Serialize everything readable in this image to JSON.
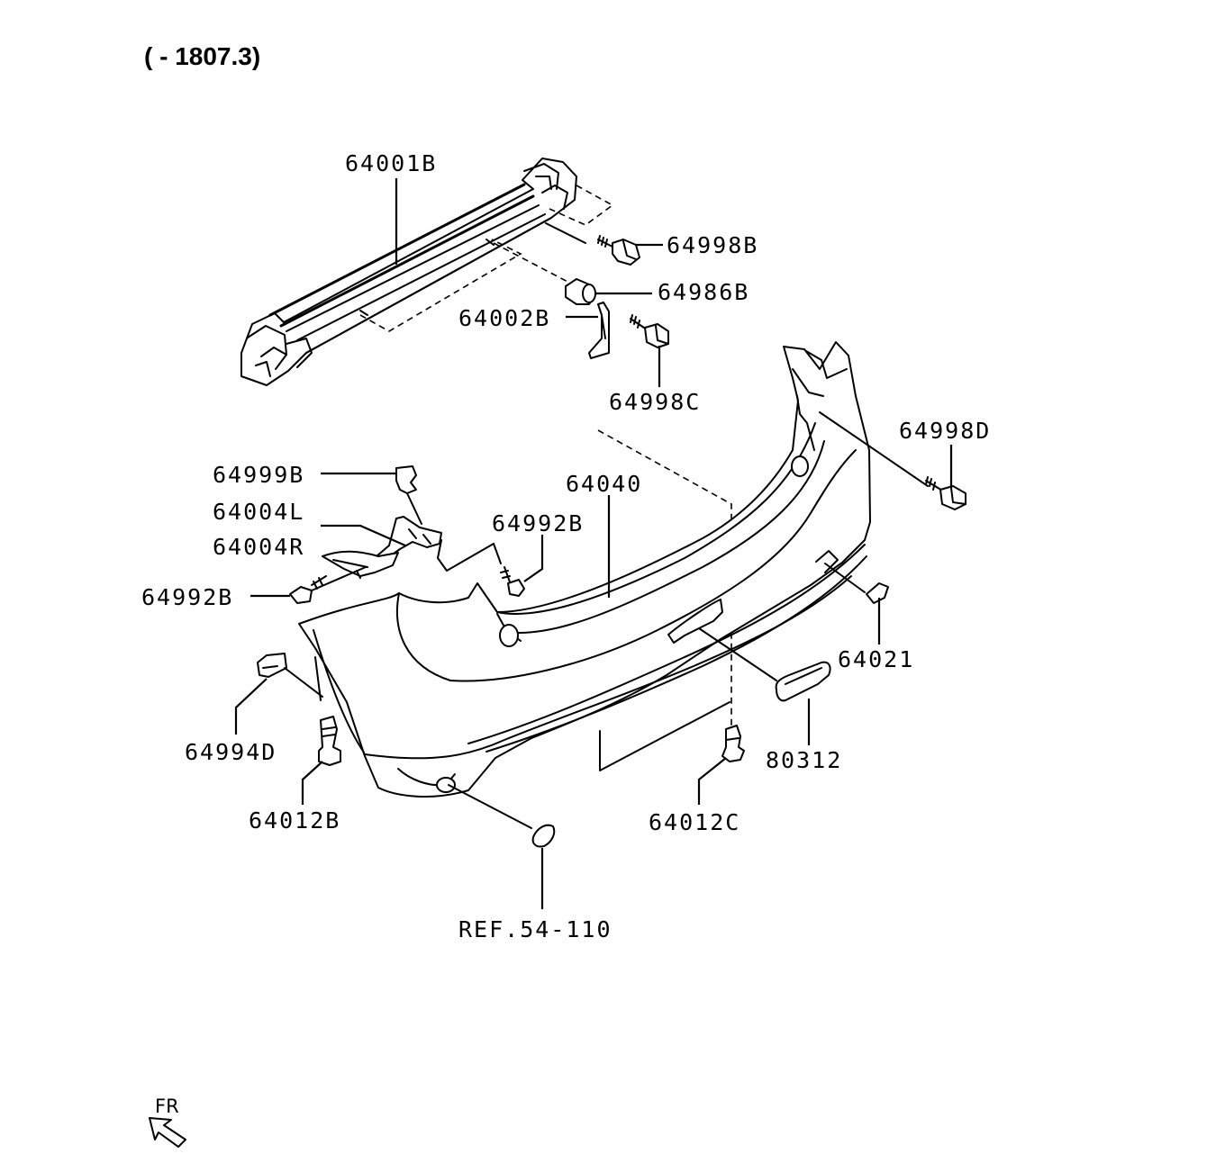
{
  "diagram": {
    "title": "( - 1807.3)",
    "direction_label": "FR",
    "direction_icon": "front-arrow-icon",
    "parts": [
      {
        "id": "64001B"
      },
      {
        "id": "64998B"
      },
      {
        "id": "64986B"
      },
      {
        "id": "64002B"
      },
      {
        "id": "64998C"
      },
      {
        "id": "64998D"
      },
      {
        "id": "64999B"
      },
      {
        "id": "64040"
      },
      {
        "id": "64004L"
      },
      {
        "id": "64004R"
      },
      {
        "id": "64992B"
      },
      {
        "id": "64992B"
      },
      {
        "id": "64021"
      },
      {
        "id": "80312"
      },
      {
        "id": "64994D"
      },
      {
        "id": "64012B"
      },
      {
        "id": "64012C"
      },
      {
        "id": "REF.54-110"
      }
    ]
  }
}
